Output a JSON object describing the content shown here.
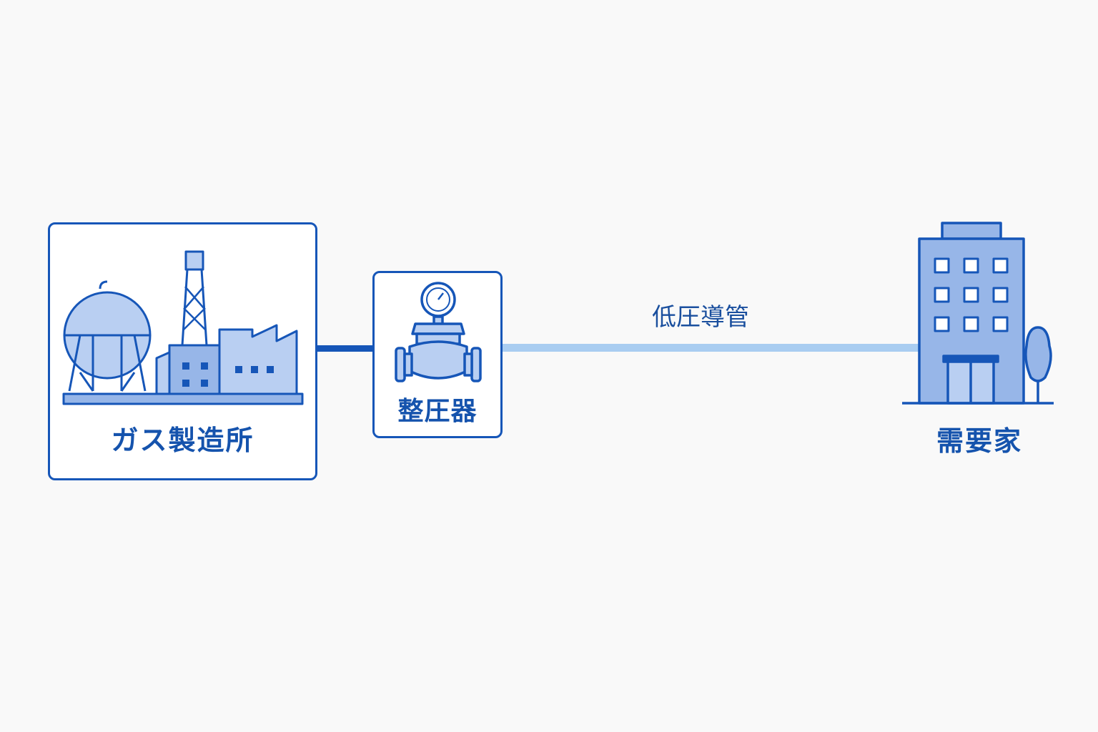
{
  "diagram": {
    "title": "",
    "colors": {
      "stroke": "#1656b8",
      "fill_light": "#b9cff2",
      "fill_mid": "#97b6e8",
      "pipe_high": "#1656b8",
      "pipe_low": "#a9cdf1",
      "text": "#1553ad",
      "background": "#f9f9f9"
    },
    "nodes": {
      "gas_plant": {
        "label": "ガス製造所",
        "icon": "gas-plant-icon"
      },
      "regulator": {
        "label": "整圧器",
        "icon": "pressure-regulator-icon"
      },
      "customer": {
        "label": "需要家",
        "icon": "office-building-icon"
      }
    },
    "edges": [
      {
        "from": "gas_plant",
        "to": "regulator",
        "style": "thick-dark"
      },
      {
        "from": "regulator",
        "to": "customer",
        "style": "light",
        "label": "低圧導管"
      }
    ]
  }
}
